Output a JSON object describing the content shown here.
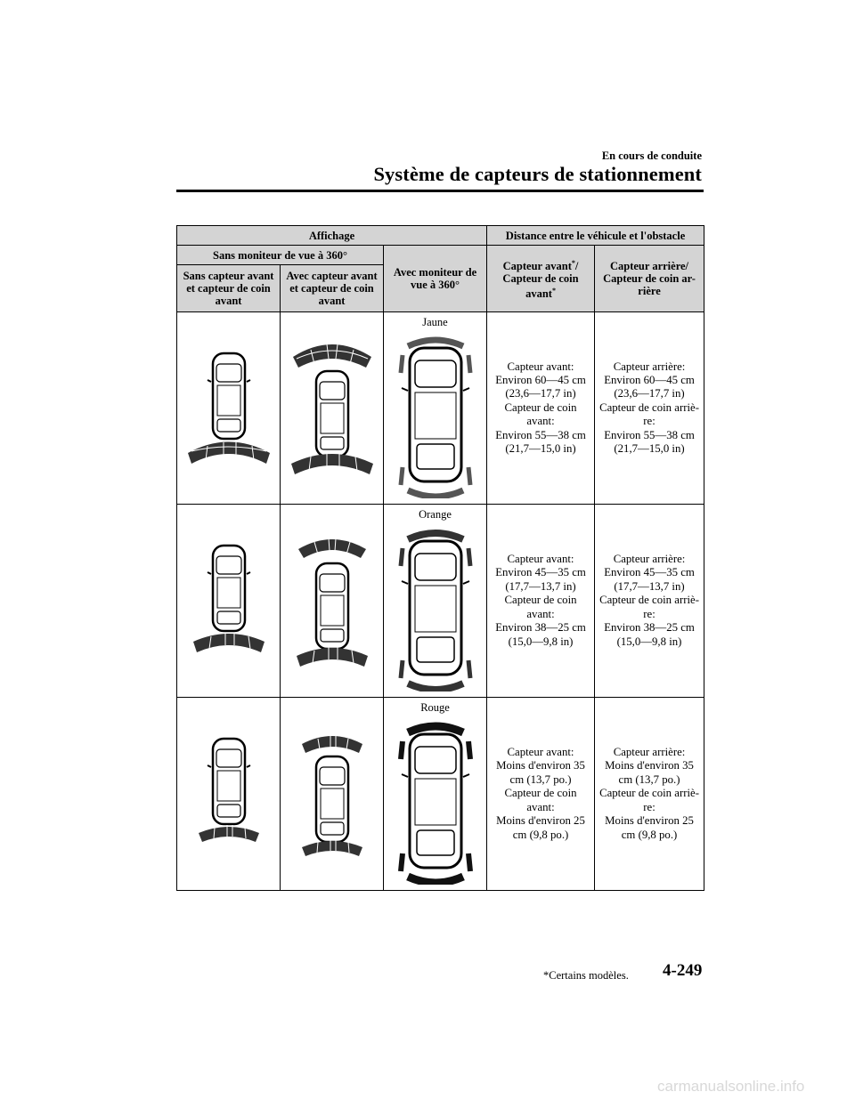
{
  "header": {
    "chapter": "En cours de conduite",
    "title": "Système de capteurs de stationnement"
  },
  "table": {
    "headers": {
      "affichage": "Affichage",
      "distance": "Distance entre le véhicule et l'obstacle",
      "sans_moniteur": "Sans moniteur de vue à 360°",
      "avec_moniteur": "Avec moniteur de vue à 360°",
      "sans_capteur_coin": "Sans capteur avant et capteur de coin avant",
      "avec_capteur_coin": "Avec capteur avant et capteur de coin avant",
      "capteur_avant_a": "Capteur avant",
      "capteur_avant_b": "/ Capteur de coin avant",
      "asterisk": "*",
      "capteur_arriere": "Capteur arrière/ Capteur de coin ar-rière"
    },
    "rows": [
      {
        "color": "Jaune",
        "front": [
          "Capteur avant:",
          "Environ 60―45 cm",
          "(23,6―17,7 in)",
          "Capteur de coin",
          "avant:",
          "Environ 55―38 cm",
          "(21,7―15,0 in)"
        ],
        "rear": [
          "Capteur arrière:",
          "Environ 60―45 cm",
          "(23,6―17,7 in)",
          "Capteur de coin arriè-",
          "re:",
          "Environ 55―38 cm",
          "(21,7―15,0 in)"
        ]
      },
      {
        "color": "Orange",
        "front": [
          "Capteur avant:",
          "Environ 45―35 cm",
          "(17,7―13,7 in)",
          "Capteur de coin",
          "avant:",
          "Environ 38―25 cm",
          "(15,0―9,8 in)"
        ],
        "rear": [
          "Capteur arrière:",
          "Environ 45―35 cm",
          "(17,7―13,7 in)",
          "Capteur de coin arriè-",
          "re:",
          "Environ 38―25 cm",
          "(15,0―9,8 in)"
        ]
      },
      {
        "color": "Rouge",
        "front": [
          "Capteur avant:",
          "Moins d'environ 35",
          "cm (13,7 po.)",
          "Capteur de coin",
          "avant:",
          "Moins d'environ 25",
          "cm (9,8 po.)"
        ],
        "rear": [
          "Capteur arrière:",
          "Moins d'environ 35",
          "cm (13,7 po.)",
          "Capteur de coin arriè-",
          "re:",
          "Moins d'environ 25",
          "cm (9,8 po.)"
        ]
      }
    ]
  },
  "footer": {
    "footnote": "*Certains modèles.",
    "page_number": "4-249",
    "watermark": "carmanualsonline.info"
  }
}
